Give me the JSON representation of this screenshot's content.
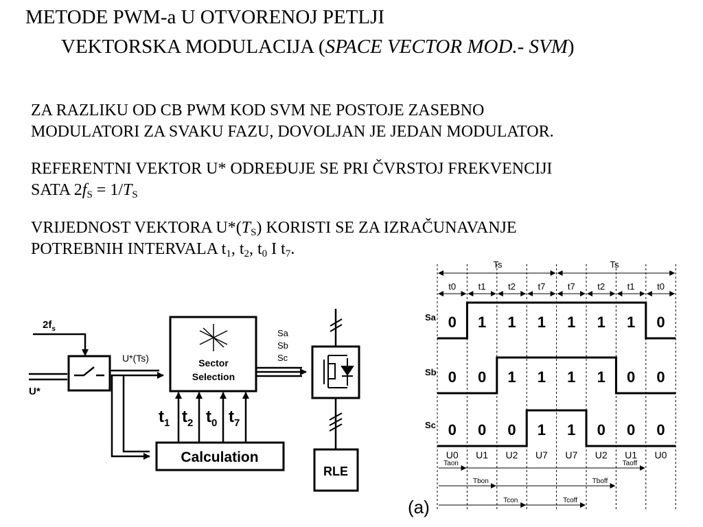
{
  "title": {
    "line1": "METODE PWM-a U OTVORENOJ PETLJI",
    "line2_prefix": "VEKTORSKA MODULACIJA (",
    "line2_italic": "SPACE VECTOR MOD.- SVM",
    "line2_suffix": ")"
  },
  "paragraphs": {
    "p1_line1": "ZA RAZLIKU OD CB PWM KOD SVM NE POSTOJE ZASEBNO",
    "p1_line2": "MODULATORI ZA SVAKU FAZU, DOVOLJAN JE JEDAN MODULATOR.",
    "p2_line1": "REFERENTNI VEKTOR U* ODREĐUJE SE PRI ČVRSTOJ FREKVENCIJI",
    "p2_sata": "SATA 2",
    "p2_f": "f",
    "p2_sub_s1": "S",
    "p2_eq": " = 1/",
    "p2_T": "T",
    "p2_sub_s2": "S",
    "p3_line1_a": "VRIJEDNOST VEKTORA U*(",
    "p3_T": "T",
    "p3_sub": "S",
    "p3_line1_b": ") KORISTI SE ZA IZRAČUNAVANJE",
    "p3_line2_a": "POTREBNIH INTERVALA t",
    "p3_sub1": "1",
    "p3_c1": ", t",
    "p3_sub2": "2",
    "p3_c2": ", t",
    "p3_sub0": "0",
    "p3_c3": " I t",
    "p3_sub7": "7",
    "p3_end": "."
  },
  "block_diagram": {
    "input_2fs_main": "2f",
    "input_2fs_sub": "s",
    "input_u": "U*",
    "u_ts": "U*(Ts)",
    "sector_line1": "Sector",
    "sector_line2": "Selection",
    "outputs": [
      "Sa",
      "Sb",
      "Sc"
    ],
    "t_labels": [
      {
        "main": "t",
        "sub": "1"
      },
      {
        "main": "t",
        "sub": "2"
      },
      {
        "main": "t",
        "sub": "0"
      },
      {
        "main": "t",
        "sub": "7"
      }
    ],
    "calculation": "Calculation",
    "load": "RLE"
  },
  "timing": {
    "period_labels": [
      "Ts",
      "Ts"
    ],
    "intervals": [
      "t0",
      "t1",
      "t2",
      "t7",
      "t7",
      "t2",
      "t1",
      "t0"
    ],
    "signals": [
      {
        "name": "Sa",
        "values": [
          "0",
          "1",
          "1",
          "1",
          "1",
          "1",
          "1",
          "0"
        ]
      },
      {
        "name": "Sb",
        "values": [
          "0",
          "0",
          "1",
          "1",
          "1",
          "1",
          "0",
          "0"
        ]
      },
      {
        "name": "Sc",
        "values": [
          "0",
          "0",
          "0",
          "1",
          "1",
          "0",
          "0",
          "0"
        ]
      }
    ],
    "vectors": [
      "U0",
      "U1",
      "U2",
      "U7",
      "U7",
      "U2",
      "U1",
      "U0"
    ],
    "t_labels": [
      "Taon",
      "Tbon",
      "Tcon",
      "Taoff",
      "Tboff",
      "Tcoff"
    ],
    "panel_label": "(a)"
  }
}
